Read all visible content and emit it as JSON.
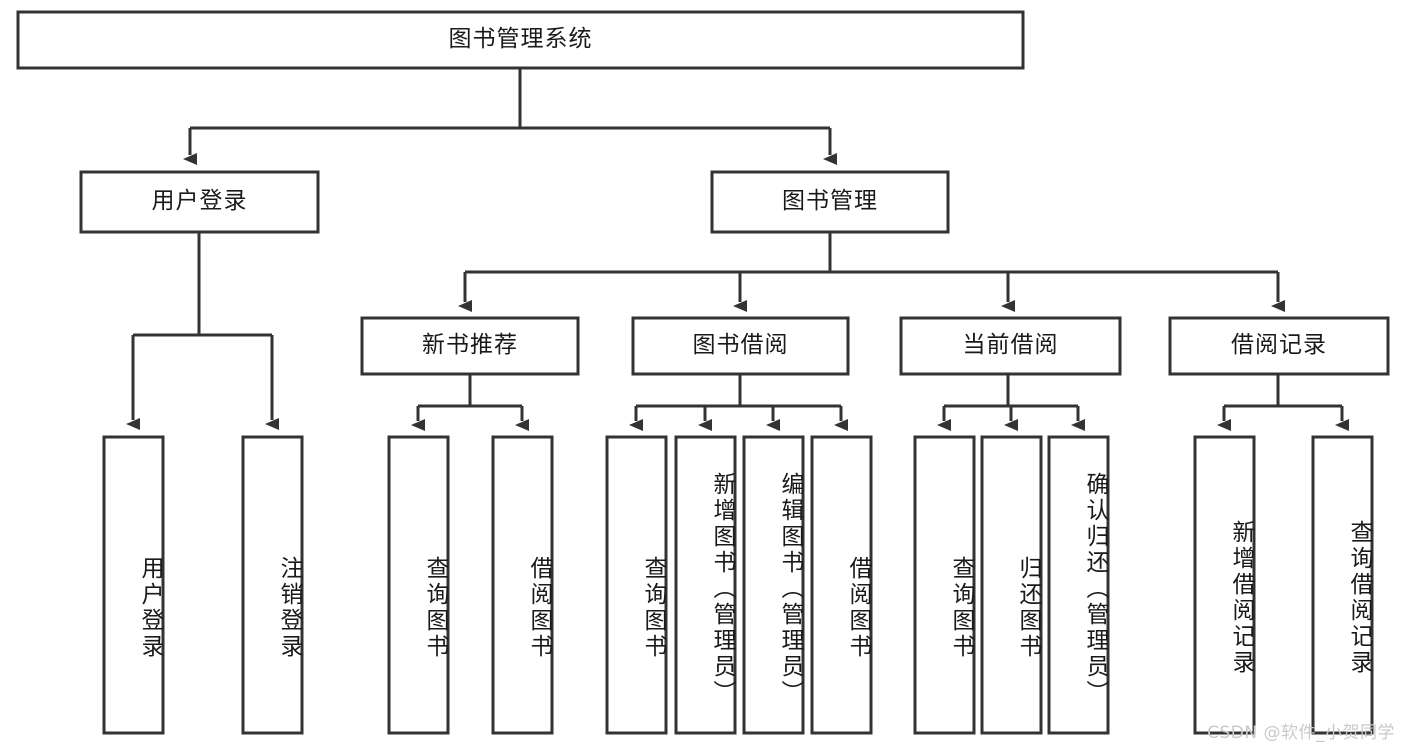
{
  "title": "图书管理系统",
  "watermark": "CSDN @软件_小贺同学",
  "colors": {
    "background": "#ffffff",
    "box_stroke": "#333333",
    "box_fill": "#ffffff",
    "connector": "#333333",
    "text": "#1a1a1a",
    "watermark": "#c9c9c9"
  },
  "chart_data": {
    "type": "diagram",
    "diagram_kind": "tree",
    "title": "图书管理系统",
    "orientation": "top-down",
    "root": "图书管理系统",
    "nodes": [
      {
        "id": "root",
        "label": "图书管理系统",
        "level": 0,
        "orientation": "horizontal"
      },
      {
        "id": "l1-0",
        "label": "用户登录",
        "level": 1,
        "parent": "root",
        "orientation": "horizontal"
      },
      {
        "id": "l1-1",
        "label": "图书管理",
        "level": 1,
        "parent": "root",
        "orientation": "horizontal"
      },
      {
        "id": "l2-0",
        "label": "新书推荐",
        "level": 2,
        "parent": "l1-1",
        "orientation": "horizontal"
      },
      {
        "id": "l2-1",
        "label": "图书借阅",
        "level": 2,
        "parent": "l1-1",
        "orientation": "horizontal"
      },
      {
        "id": "l2-2",
        "label": "当前借阅",
        "level": 2,
        "parent": "l1-1",
        "orientation": "horizontal"
      },
      {
        "id": "l2-3",
        "label": "借阅记录",
        "level": 2,
        "parent": "l1-1",
        "orientation": "horizontal"
      },
      {
        "id": "leaf-a0",
        "label": "用户登录",
        "level": 2,
        "parent": "l1-0",
        "orientation": "vertical"
      },
      {
        "id": "leaf-a1",
        "label": "注销登录",
        "level": 2,
        "parent": "l1-0",
        "orientation": "vertical"
      },
      {
        "id": "leaf-b0",
        "label": "查询图书",
        "level": 3,
        "parent": "l2-0",
        "orientation": "vertical"
      },
      {
        "id": "leaf-b1",
        "label": "借阅图书",
        "level": 3,
        "parent": "l2-0",
        "orientation": "vertical"
      },
      {
        "id": "leaf-c0",
        "label": "查询图书",
        "level": 3,
        "parent": "l2-1",
        "orientation": "vertical"
      },
      {
        "id": "leaf-c1",
        "label": "新增图书（管理员）",
        "level": 3,
        "parent": "l2-1",
        "orientation": "vertical"
      },
      {
        "id": "leaf-c2",
        "label": "编辑图书（管理员）",
        "level": 3,
        "parent": "l2-1",
        "orientation": "vertical"
      },
      {
        "id": "leaf-c3",
        "label": "借阅图书",
        "level": 3,
        "parent": "l2-1",
        "orientation": "vertical"
      },
      {
        "id": "leaf-d0",
        "label": "查询图书",
        "level": 3,
        "parent": "l2-2",
        "orientation": "vertical"
      },
      {
        "id": "leaf-d1",
        "label": "归还图书",
        "level": 3,
        "parent": "l2-2",
        "orientation": "vertical"
      },
      {
        "id": "leaf-d2",
        "label": "确认归还（管理员）",
        "level": 3,
        "parent": "l2-2",
        "orientation": "vertical"
      },
      {
        "id": "leaf-e0",
        "label": "新增借阅记录",
        "level": 3,
        "parent": "l2-3",
        "orientation": "vertical"
      },
      {
        "id": "leaf-e1",
        "label": "查询借阅记录",
        "level": 3,
        "parent": "l2-3",
        "orientation": "vertical"
      }
    ],
    "edges": [
      {
        "from": "root",
        "to": "l1-0",
        "arrow": true
      },
      {
        "from": "root",
        "to": "l1-1",
        "arrow": true
      },
      {
        "from": "l1-0",
        "to": "leaf-a0",
        "arrow": true
      },
      {
        "from": "l1-0",
        "to": "leaf-a1",
        "arrow": true
      },
      {
        "from": "l1-1",
        "to": "l2-0",
        "arrow": true
      },
      {
        "from": "l1-1",
        "to": "l2-1",
        "arrow": true
      },
      {
        "from": "l1-1",
        "to": "l2-2",
        "arrow": true
      },
      {
        "from": "l1-1",
        "to": "l2-3",
        "arrow": true
      },
      {
        "from": "l2-0",
        "to": "leaf-b0",
        "arrow": true
      },
      {
        "from": "l2-0",
        "to": "leaf-b1",
        "arrow": true
      },
      {
        "from": "l2-1",
        "to": "leaf-c0",
        "arrow": true
      },
      {
        "from": "l2-1",
        "to": "leaf-c1",
        "arrow": true
      },
      {
        "from": "l2-1",
        "to": "leaf-c2",
        "arrow": true
      },
      {
        "from": "l2-1",
        "to": "leaf-c3",
        "arrow": true
      },
      {
        "from": "l2-2",
        "to": "leaf-d0",
        "arrow": true
      },
      {
        "from": "l2-2",
        "to": "leaf-d1",
        "arrow": true
      },
      {
        "from": "l2-2",
        "to": "leaf-d2",
        "arrow": true
      },
      {
        "from": "l2-3",
        "to": "leaf-e0",
        "arrow": true
      },
      {
        "from": "l2-3",
        "to": "leaf-e1",
        "arrow": true
      }
    ]
  },
  "labels": {
    "root": "图书管理系统",
    "user_login": "用户登录",
    "book_manage": "图书管理",
    "new_book_rec": "新书推荐",
    "book_borrow": "图书借阅",
    "current_borrow": "当前借阅",
    "borrow_record": "借阅记录",
    "leaf_user_login": "用户登录",
    "leaf_logout": "注销登录",
    "leaf_b_query": "查询图书",
    "leaf_b_borrow": "借阅图书",
    "leaf_c_query": "查询图书",
    "leaf_c_add": "新增图书（管理员）",
    "leaf_c_edit": "编辑图书（管理员）",
    "leaf_c_borrow": "借阅图书",
    "leaf_d_query": "查询图书",
    "leaf_d_return": "归还图书",
    "leaf_d_confirm": "确认归还（管理员）",
    "leaf_e_add": "新增借阅记录",
    "leaf_e_query": "查询借阅记录"
  }
}
